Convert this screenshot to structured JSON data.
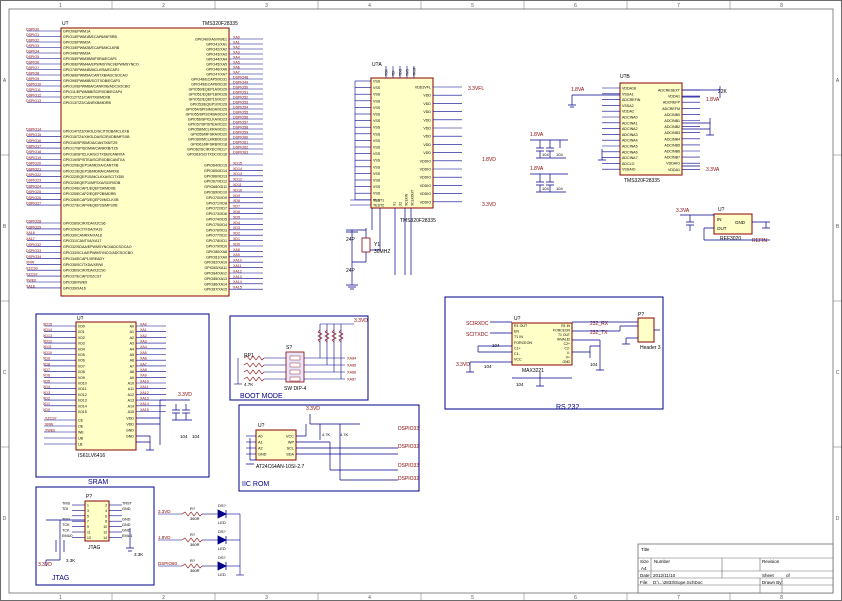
{
  "border": {
    "cols": [
      "1",
      "2",
      "3",
      "4",
      "5",
      "6",
      "7",
      "8"
    ],
    "rows": [
      "A",
      "B",
      "C",
      "D"
    ]
  },
  "title_block": {
    "title_label": "Title",
    "size_label": "Size",
    "size_value": "A4",
    "number_label": "Number",
    "revision_label": "Revision",
    "date_label": "Date:",
    "date_value": "2012/11/10",
    "file_label": "File:",
    "file_value": "D:\\...\\2833\\Sope.SchDoc",
    "sheet_label": "Sheet",
    "sheet_value": "of",
    "drawn_label": "Drawn By:"
  },
  "dsp": {
    "ref": "U?",
    "part": "TMS320F28335",
    "left_pins": [
      "GPIO0/EPWM1A",
      "GPIO1/EPWM1B/ECAP6/MFSRB",
      "GPIO2/EPWM2A",
      "GPIO3/EPWM2B/ECAP5/MCLKRB",
      "GPIO4/EPWM3A",
      "GPIO5/EPWM3B/MFSRA/ECAP1",
      "GPIO6/EPWM4A/EPWMSYNCI/EPWMSYNCO",
      "GPIO7/EPWM4B/MCLKRA/ECAP2",
      "GPIO8/EPWM5A/CANTXB/ADCSOCAO",
      "GPIO9/EPWM5B/SCITXDB/ECAP3",
      "GPIO10/EPWM6A/CANRXB/ADCSOCBO",
      "GPIO11/EPWM6B/SCIRXDB/ECAP4",
      "GPIO12/TZ1/CANTXB/MDXB",
      "GPIO13/TZ2/CANRXB/MDRB"
    ],
    "left_pins2": [
      "GPIO14/TZ3/XHOLD/SCITXDB/MCLKXB",
      "GPIO15/TZ4/XHOLDA/SCIRXDB/MFSXB",
      "GPIO16/SPISIMOA/CANTXB/TZ5",
      "GPIO17/SPISOMIA/CANRXB/TZ6",
      "GPIO18/SPICLKA/SCITXDB/CANRXA",
      "GPIO19/SPISTEA/SCIRXDB/CANTXA",
      "GPIO20/EQEP1A/MDXA/CANTXB",
      "GPIO21/EQEP1B/MDRA/CANRXB",
      "GPIO22/EQEP1S/MCLKXA/SCITXDB",
      "GPIO23/EQEP1I/MFSXA/SCIRXDB",
      "GPIO24/ECAP1/EQEP2A/MDXB",
      "GPIO25/ECAP2/EQEP2B/MDRB",
      "GPIO26/ECAP3/EQEP2I/MCLKXB",
      "GPIO27/ECAP4/EQEP2S/MFSXB"
    ],
    "left_pins3": [
      "GPIO28/SCIRXDA/XZCS6",
      "GPIO29/SCITXDA/XA19",
      "GPIO30/CANRXA/XA18",
      "GPIO31/CANTXA/XA17",
      "GPIO32/SDAA/EPWMSYNCI/ADCSOCAO",
      "GPIO33/SCLA/EPWMSYNCO/ADCSOCBO",
      "GPIO34/ECAP1/XREADY",
      "GPIO35/SCITXDA/XR/W",
      "GPIO36/SCIRXDA/XZCS0",
      "GPIO37/ECAP2/XZCS7",
      "GPIO38/XWE0",
      "GPIO39/XA16"
    ],
    "right_pins": [
      "GPIO40/XA0/XWE1",
      "GPIO41/XA1",
      "GPIO42/XA2",
      "GPIO43/XA3",
      "GPIO44/XA4",
      "GPIO45/XA5",
      "GPIO46/XA6",
      "GPIO47/XA7",
      "GPIO48/ECAP5/XD31",
      "GPIO49/ECAP6/XD30",
      "GPIO50/EQEP1A/XD29",
      "GPIO51/EQEP1B/XD28",
      "GPIO52/EQEP1S/XD27",
      "GPIO53/EQEP1I/XD26",
      "GPIO54/SPISIMOA/XD25",
      "GPIO55/SPISOMIA/XD24",
      "GPIO56/SPICLKA/XD23",
      "GPIO57/SPISTEA/XD22",
      "GPIO58/MCLKRA/XD21",
      "GPIO59/MFSRA/XD20",
      "GPIO60/MCLKRB/XD19",
      "GPIO61/MFSRB/XD18",
      "GPIO62/SCIRXDC/XD17",
      "GPIO63/SCITXDC/XD16"
    ],
    "right_pins2": [
      "GPIO64/XD15",
      "GPIO65/XD14",
      "GPIO66/XD13",
      "GPIO67/XD12",
      "GPIO68/XD11",
      "GPIO69/XD10",
      "GPIO70/XD9",
      "GPIO71/XD8",
      "GPIO72/XD7",
      "GPIO73/XD6",
      "GPIO74/XD5",
      "GPIO75/XD4",
      "GPIO76/XD3",
      "GPIO77/XD2",
      "GPIO78/XD1",
      "GPIO79/XD0",
      "GPIO80/XA8",
      "GPIO81/XA9",
      "GPIO82/XA10",
      "GPIO83/XA11",
      "GPIO84/XA12",
      "GPIO85/XA13",
      "GPIO86/XA14",
      "GPIO87/XA15"
    ],
    "net_left": [
      "DSPIO0",
      "DSPIO1",
      "DSPIO2",
      "DSPIO3",
      "DSPIO4",
      "DSPIO5",
      "DSPIO6",
      "DSPIO7",
      "DSPIO8",
      "DSPIO9",
      "DSPIO10",
      "DSPIO11",
      "DSPIO12",
      "DSPIO13"
    ],
    "net_left2": [
      "DSPIO14",
      "DSPIO15",
      "DSPIO16",
      "DSPIO17",
      "DSPIO18",
      "DSPIO19",
      "DSPIO20",
      "DSPIO21",
      "DSPIO22",
      "DSPIO23",
      "DSPIO24",
      "DSPIO25",
      "DSPIO26",
      "DSPIO27"
    ],
    "net_left3": [
      "DSPIO28",
      "DSPIO29",
      "XA18",
      "XA17",
      "DSPIO32",
      "DSPIO33",
      "DSPIO34",
      "XRW",
      "XZCS0",
      "XZCS7",
      "XWE0",
      "XA16"
    ],
    "net_right": [
      "XA0",
      "XA1",
      "XA2",
      "XA3",
      "XA4",
      "XA5",
      "XA6",
      "XA7",
      "DSPIO48",
      "DSPIO49",
      "DSPIO50",
      "DSPIO51",
      "DSPIO52",
      "DSPIO53",
      "DSPIO54",
      "DSPIO55",
      "DSPIO56",
      "DSPIO57",
      "DSPIO58",
      "DSPIO59",
      "DSPIO60",
      "DSPIO61",
      "DSPIO62",
      "DSPIO63"
    ],
    "net_right2": [
      "XD15",
      "XD14",
      "XD13",
      "XD12",
      "XD11",
      "XD10",
      "XD9",
      "XD8",
      "XD7",
      "XD6",
      "XD5",
      "XD4",
      "XD3",
      "XD2",
      "XD1",
      "XD0",
      "XA8",
      "XA9",
      "XA10",
      "XA11",
      "XA12",
      "XA13",
      "XA14",
      "XA15"
    ]
  },
  "power": {
    "ref": "U?A",
    "part": "TMS320F28335",
    "vss_label": "VSS",
    "vss_count": 19,
    "vdd_labels": [
      "VDD3VFL",
      "VDD",
      "VDD",
      "VDD",
      "VDD",
      "VDD",
      "VDD",
      "VDD",
      "VDD",
      "VDDIO",
      "VDDIO",
      "VDDIO",
      "VDDIO",
      "VDDIO",
      "VDDIO"
    ],
    "top_pins": [
      "TCK",
      "TDI",
      "TDO",
      "TMS",
      "TRST"
    ],
    "bottom_pins": [
      "X1",
      "X2",
      "XCLKIN",
      "XCLKOUT"
    ],
    "test_pins": [
      "TEST1",
      "TEST2"
    ],
    "net_33": "3.3VFL",
    "net_18": "1.8VD",
    "net_33d": "3.3VD",
    "crystal_ref": "Y1",
    "crystal_val": "30MHZ",
    "cap_vals": [
      "24P",
      "24P"
    ]
  },
  "adc": {
    "ref": "U?B",
    "part": "TMS320F28335",
    "left_pins": [
      "VDDA18",
      "VSSA1",
      "ADCREFIN",
      "VSSA2",
      "VDDA2",
      "ADCINA0",
      "ADCINA1",
      "ADCINA2",
      "ADCINA3",
      "ADCINA4",
      "ADCINA5",
      "ADCINA6",
      "ADCINA7",
      "ADCLO",
      "VSSAIO"
    ],
    "right_pins": [
      "ADCRESEXT",
      "VDDA1",
      "ADCREFP",
      "ADCREFM",
      "ADCINB0",
      "ADCINB1",
      "ADCINB2",
      "ADCINB3",
      "ADCINB4",
      "ADCINB5",
      "ADCINB6",
      "ADCINB7",
      "VDDAIO",
      "VDDA1"
    ],
    "net_18a": "1.8VA",
    "net_33a": "3.3VA",
    "res_val": "22K"
  },
  "ref_ic": {
    "ref": "U?",
    "part": "REF3020",
    "pins": [
      "IN",
      "OUT",
      "GND"
    ],
    "net": "REFIN",
    "net_33a": "3.3VA"
  },
  "caps_18": {
    "net1": "1.8VA",
    "net2": "1.8VA",
    "vals": [
      "104",
      "104",
      "104",
      "104"
    ]
  },
  "sram": {
    "title": "SRAM",
    "ref": "U?",
    "part": "IS61LV6416",
    "addr_nets": [
      "XD15",
      "XD14",
      "XD13",
      "XD12",
      "XD11",
      "XD10",
      "XD9",
      "XD8",
      "XD7",
      "XD6",
      "XD5",
      "XD4",
      "XD3",
      "XD2",
      "XD1",
      "XD0"
    ],
    "io_pins": [
      "I/O0",
      "I/O1",
      "I/O2",
      "I/O3",
      "I/O4",
      "I/O5",
      "I/O6",
      "I/O7",
      "I/O8",
      "I/O9",
      "I/O10",
      "I/O11",
      "I/O12",
      "I/O13",
      "I/O14",
      "I/O15"
    ],
    "a_pins": [
      "A0",
      "A1",
      "A2",
      "A3",
      "A4",
      "A5",
      "A6",
      "A7",
      "A8",
      "A9",
      "A10",
      "A11",
      "A12",
      "A13",
      "A14",
      "A15"
    ],
    "a_nets": [
      "XA0",
      "XA1",
      "XA2",
      "XA3",
      "XA4",
      "XA5",
      "XA6",
      "XA7",
      "XA8",
      "XA9",
      "XA10",
      "XA11",
      "XA12",
      "XA13",
      "XA14",
      "XA15"
    ],
    "ctrl_nets": [
      "XZCS7",
      "XRW",
      "XWE0"
    ],
    "ctrl_pins": [
      "CE",
      "OE",
      "WE",
      "UB",
      "LB"
    ],
    "pwr_pins": [
      "VDD",
      "VDD",
      "GND",
      "GND"
    ],
    "net_33": "3.3VD",
    "cap_vals": [
      "104",
      "104"
    ]
  },
  "boot": {
    "title": "BOOT MODE",
    "ref": "RP1",
    "switch_ref": "S?",
    "switch_part": "SW DIP-4",
    "nets": [
      "XA84",
      "XA85",
      "XA86",
      "XA87"
    ],
    "res_val": "4.7K",
    "net_33": "3.3VD"
  },
  "iic": {
    "title": "IIC ROM",
    "ref": "U?",
    "part": "AT24C64AN-10SI-2.7",
    "left_pins": [
      "A0",
      "A1",
      "A2",
      "GND"
    ],
    "right_pins": [
      "VCC",
      "WP",
      "SCL",
      "SDA"
    ],
    "nets": [
      "DSPIO32",
      "DSPIO33"
    ],
    "net_33": "3.3VD",
    "res_vals": [
      "4.7K",
      "4.7K"
    ]
  },
  "rs232": {
    "title": "RS 232",
    "ref": "U?",
    "part": "MAX3221",
    "conn_ref": "P?",
    "conn_part": "Header 3",
    "left_pins": [
      "R1 OUT",
      "EN",
      "T1 IN",
      "FORCEON",
      "C1+",
      "C1-",
      "VCC"
    ],
    "right_pins": [
      "R1 IN",
      "FORCEON",
      "T1 OUT",
      "INVALID",
      "C2+",
      "C2-",
      "V-",
      "V+",
      "GND"
    ],
    "nets": [
      "SCIRXDC",
      "SCITXDC"
    ],
    "net_rx": "232_RX",
    "net_tx": "232_TX",
    "net_33": "3.3VD",
    "cap_vals": [
      "104",
      "104",
      "104",
      "104"
    ]
  },
  "jtag": {
    "title": "JTAG",
    "ref": "P?",
    "part": "JTAG",
    "left_nets": [
      "TMS",
      "TDI",
      "",
      "TDO",
      "TCK",
      "TCK",
      "EMU0"
    ],
    "right_nets": [
      "TRST",
      "GND",
      "",
      "GND",
      "GND",
      "GND",
      "EMU1"
    ],
    "net_33": "3.3VD",
    "res_vals": [
      "3.3K",
      "3.3K"
    ]
  },
  "leds": {
    "refs": [
      "DS?",
      "DS?",
      "DS?"
    ],
    "colors": [
      "LED",
      "LED",
      "LED"
    ],
    "nets": [
      "3.3VD",
      "1.8VD",
      "DSPIO60"
    ],
    "res_vals": [
      "360R",
      "360R",
      "360R"
    ],
    "res_refs": [
      "R?",
      "R?",
      "R?"
    ]
  }
}
